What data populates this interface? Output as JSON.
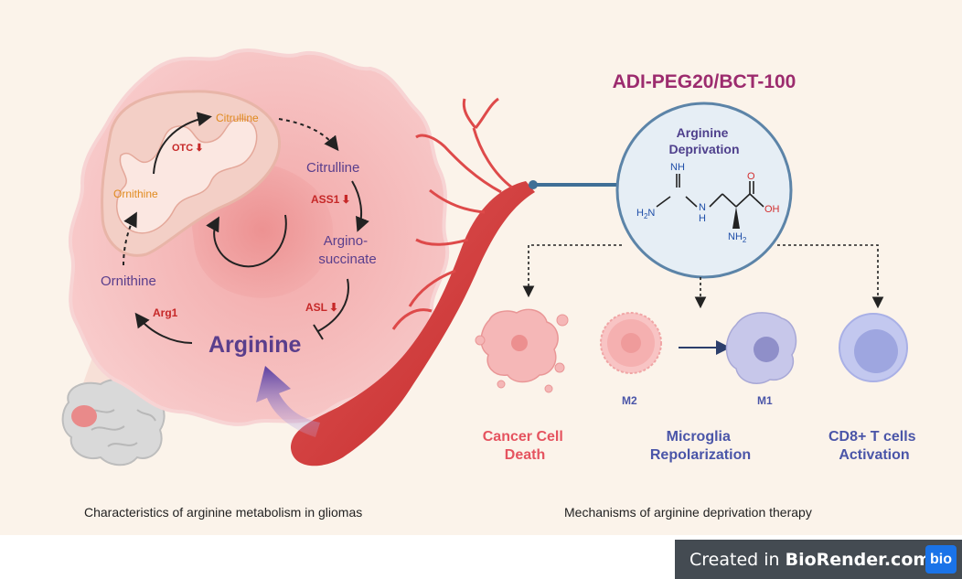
{
  "title": "ADI-PEG20/BCT-100",
  "cell": {
    "citrulline_mito": "Citrulline",
    "ornithine_mito": "Ornithine",
    "otc": "OTC",
    "citrulline": "Citrulline",
    "ass1": "ASS1",
    "argino_line1": "Argino-",
    "argino_line2": "succinate",
    "asl": "ASL",
    "ornithine": "Ornithine",
    "arg1": "Arg1",
    "arginine": "Arginine",
    "down_arrow": "⬇"
  },
  "molecule": {
    "title_line1": "Arginine",
    "title_line2": "Deprivation",
    "atoms": {
      "nh": "NH",
      "h2n": "H",
      "n": "N",
      "h": "H",
      "o": "O",
      "oh": "OH",
      "nh2": "NH"
    },
    "subscript": "2"
  },
  "outcomes": {
    "cancer_line1": "Cancer Cell",
    "cancer_line2": "Death",
    "m2": "M2",
    "m1": "M1",
    "microglia_line1": "Microglia",
    "microglia_line2": "Repolarization",
    "cd8_line1": "CD8+ T cells",
    "cd8_line2": "Activation"
  },
  "captions": {
    "left": "Characteristics of arginine metabolism in gliomas",
    "right": "Mechanisms of arginine deprivation therapy"
  },
  "watermark": {
    "text_prefix": "Created in ",
    "text_bold": "BioRender.com",
    "logo": "bio"
  },
  "colors": {
    "panel": "#fbf3ea",
    "cell_fill": "#f6c1c1",
    "pathway_purple": "#5a3e8c",
    "enzyme_red": "#c62828",
    "mito_orange": "#e08a1e",
    "title_magenta": "#9c2b6e",
    "outcome_red": "#e5535f",
    "outcome_blue": "#4a55a8",
    "vessel_red": "#d63a3a"
  }
}
